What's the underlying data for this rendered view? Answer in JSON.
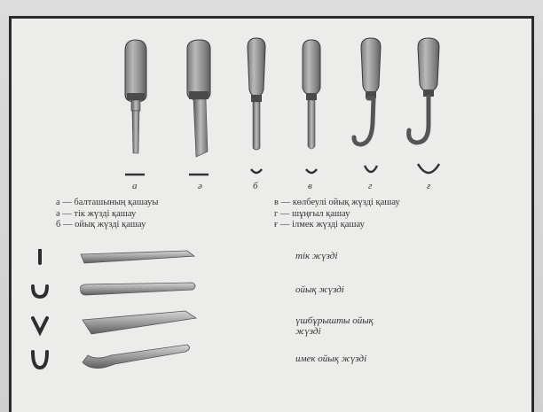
{
  "tools": {
    "letters": [
      "а",
      "ә",
      "б",
      "в",
      "г",
      "ғ"
    ]
  },
  "legend": {
    "left": [
      "а — балташының қашауы",
      "ә — тік жүзді қашау",
      "б — ойық жүзді қашау"
    ],
    "right": [
      "в — көлбеулі ойық жүзді қашау",
      "г — шұңғыл қашау",
      "ғ — ілмек жүзді қашау"
    ]
  },
  "edges": [
    "тік жүзді",
    "ойық жүзді",
    "үшбұрышты ойық жүзді",
    "имек ойық жүзді"
  ]
}
